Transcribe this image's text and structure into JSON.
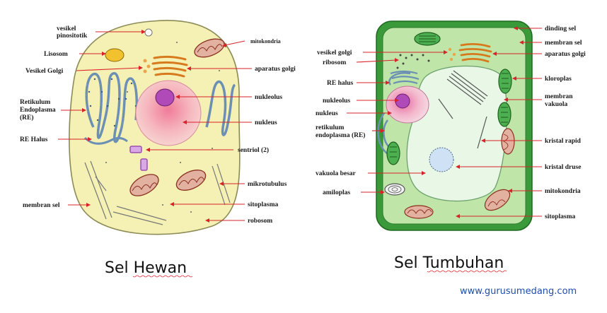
{
  "animal_cell": {
    "caption": "Sel Hewan",
    "labels": {
      "vesikel_pinositotik_1": "vesikel",
      "vesikel_pinositotik_2": "pinositotik",
      "lisosom": "Lisosom",
      "vesikel_golgi": "Vesikel Golgi",
      "retikulum_1": "Retikulum",
      "retikulum_2": "Endoplasma",
      "retikulum_3": "(RE)",
      "re_halus": "RE Halus",
      "membran_sel": "membran sel",
      "mitokondria": "mitokondria",
      "aparatus_golgi": "aparatus golgi",
      "nukleolus": "nukleolus",
      "nukleus": "nukleus",
      "sentriol": "sentriol (2)",
      "mikrotubulus": "mikrotubulus",
      "sitoplasma": "sitoplasma",
      "robosom": "robosom"
    }
  },
  "plant_cell": {
    "caption": "Sel Tumbuhan",
    "labels": {
      "vesikel_golgi": "vesikel golgi",
      "ribosom": "ribosom",
      "re_halus": "RE halus",
      "nukleolus": "nukleolus",
      "nukleus": "nukleus",
      "retikulum_1": "retikulum",
      "retikulum_2": "endoplasma (RE)",
      "vakuola_besar": "vakuola besar",
      "amiloplas": "amiloplas",
      "dinding_sel": "dinding sel",
      "membran_sel": "membran sel",
      "aparatus_golgi": "aparatus golgi",
      "kloroplas": "kloroplas",
      "membran_vakuola_1": "membran",
      "membran_vakuola_2": "vakuola",
      "kristal_rapid": "kristal rapid",
      "kristal_druse": "kristal druse",
      "mitokondria": "mitokondria",
      "sitoplasma": "sitoplasma"
    }
  },
  "watermark": "www.gurusumedang.com",
  "colors": {
    "arrow": "#d8232a",
    "animal_cytoplasm": "#f5f1b4",
    "plant_wall": "#3a9a3a",
    "plant_cytoplasm": "#bfe6a8",
    "vacuole": "#e9f7e6",
    "nucleus": "#f4b6b6",
    "nucleolus": "#b04ab8",
    "watermark": "#1f4fa8"
  }
}
